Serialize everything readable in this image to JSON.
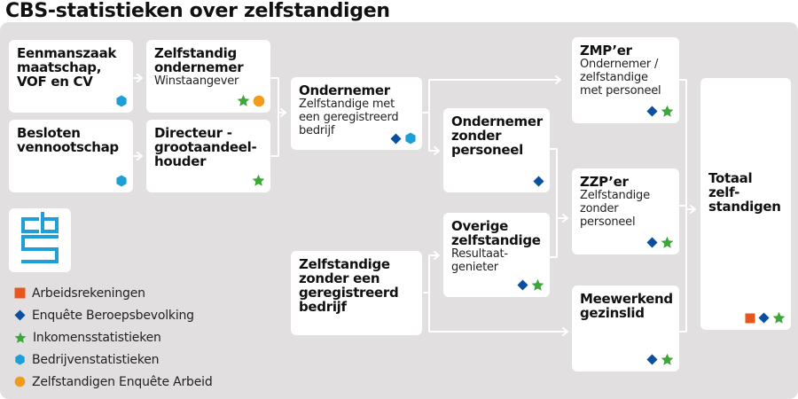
{
  "title": "CBS-statistieken over zelfstandigen",
  "boxes": {
    "eenmanszaak": {
      "heading": "Eenmanszaak maatschap, VOF en CV"
    },
    "zelfst_ondernemer": {
      "heading": "Zelfstandig ondernemer",
      "sub": "Winstaangever"
    },
    "besloten": {
      "heading": "Besloten vennootschap"
    },
    "directeur": {
      "heading": "Directeur - grootaandeel- houder"
    },
    "ondernemer": {
      "heading": "Ondernemer",
      "sub": "Zelfstandige met een geregistreerd bedrijf"
    },
    "zelfst_zonder_bedrijf": {
      "heading": "Zelfstandige zonder een geregistreerd bedrijf"
    },
    "ondernemer_zonder": {
      "heading": "Ondernemer zonder personeel"
    },
    "overige": {
      "heading": "Overige zelfstandige",
      "sub": "Resultaat- genieter"
    },
    "zmp": {
      "heading": "ZMP’er",
      "sub": "Ondernemer / zelfstandige met personeel"
    },
    "zzp": {
      "heading": "ZZP’er",
      "sub": "Zelfstandige zonder personeel"
    },
    "meewerkend": {
      "heading": "Meewerkend gezinslid"
    },
    "totaal": {
      "heading": "Totaal zelf- standigen"
    }
  },
  "legend": [
    {
      "icon": "orange-square-icon",
      "label": "Arbeidsrekeningen"
    },
    {
      "icon": "blue-diamond-icon",
      "label": "Enquête Beroepsbevolking"
    },
    {
      "icon": "green-star-icon",
      "label": "Inkomensstatistieken"
    },
    {
      "icon": "cyan-hexagon-icon",
      "label": "Bedrijvenstatistieken"
    },
    {
      "icon": "orange-circle-icon",
      "label": "Zelfstandigen Enquête Arbeid"
    }
  ],
  "colors": {
    "arbeidsrekeningen": "#e8561c",
    "enquete_beroepsbevolking": "#0b4fa0",
    "inkomensstatistieken": "#3aa837",
    "bedrijvenstatistieken": "#1e9fd8",
    "zelfstandigen_enquete_arbeid": "#f39b1a",
    "panel": "#e1dfe0",
    "logo": "#1e9fd8"
  }
}
